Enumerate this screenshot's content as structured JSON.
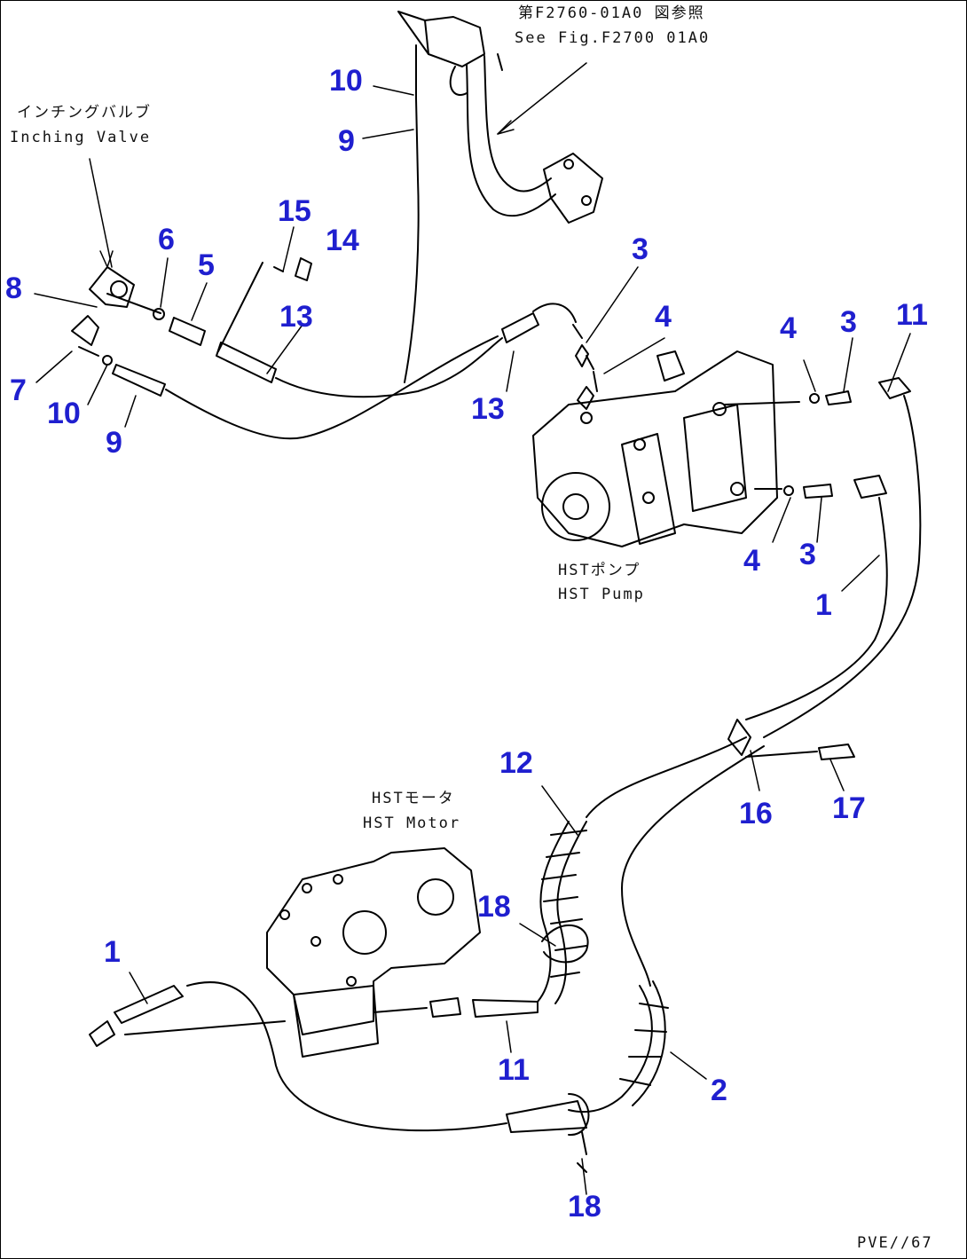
{
  "labels": {
    "ref_fig_jp": "第F2760-01A0 図参照",
    "ref_fig_en": "See Fig.F2700 01A0",
    "inching_jp": "インチングバルブ",
    "inching_en": "Inching Valve",
    "pump_jp": "HSTポンプ",
    "pump_en": "HST Pump",
    "motor_jp": "HSTモータ",
    "motor_en": "HST Motor",
    "page_code": "PVE//67"
  },
  "callouts": [
    "10",
    "9",
    "15",
    "14",
    "6",
    "5",
    "13",
    "8",
    "7",
    "10",
    "9",
    "3",
    "4",
    "13",
    "4",
    "3",
    "11",
    "4",
    "3",
    "1",
    "12",
    "16",
    "17",
    "18",
    "1",
    "11",
    "2",
    "18"
  ],
  "colors": {
    "callout": "#1f1fcf",
    "line": "#000000",
    "background": "#ffffff"
  }
}
